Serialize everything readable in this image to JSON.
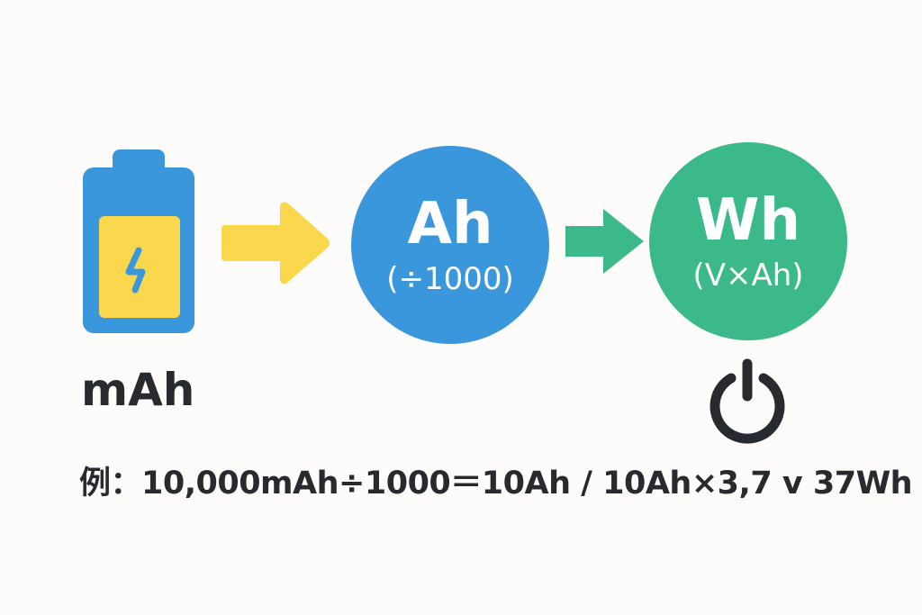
{
  "colors": {
    "blue": "#3a97dc",
    "yellow": "#fad74c",
    "green": "#3cb98a",
    "dark": "#272b30"
  },
  "battery": {
    "label": "mAh",
    "icon": "battery-charging-icon"
  },
  "ah_node": {
    "title": "Ah",
    "formula": "(÷1000)"
  },
  "wh_node": {
    "title": "Wh",
    "formula": "(V×Ah)",
    "icon": "power-icon"
  },
  "example": "例：10,000mAh÷1000＝10Ah / 10Ah×3,7 v 37Wh"
}
